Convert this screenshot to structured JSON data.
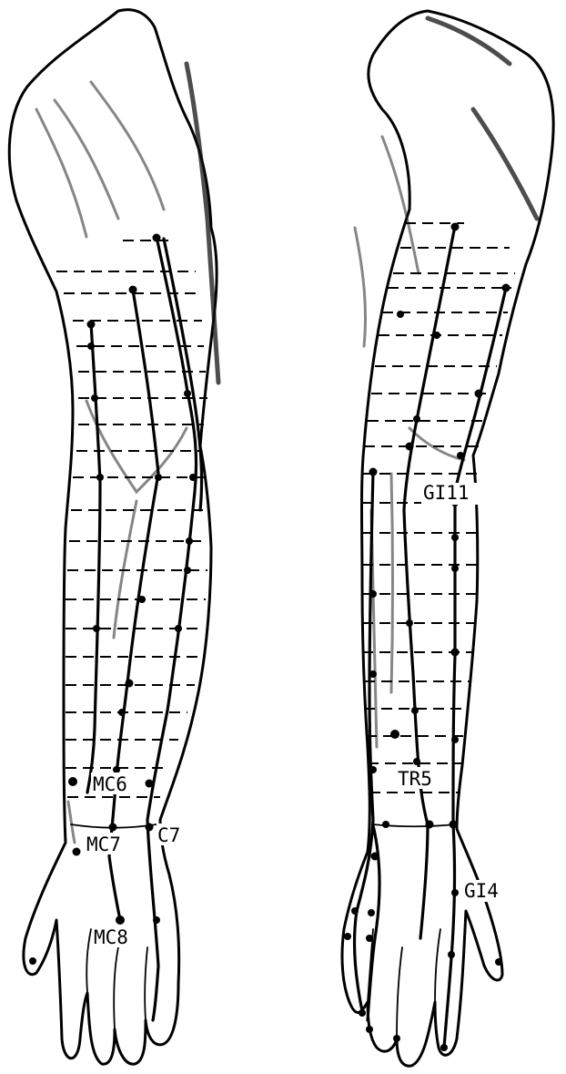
{
  "figure": {
    "labels": {
      "mc6": "MC6",
      "mc7": "MC7",
      "c7": "C7",
      "mc8": "MC8",
      "gi11": "GI11",
      "tr5": "TR5",
      "gi4": "GI4"
    },
    "colors": {
      "ink": "#000000",
      "paper": "#ffffff"
    }
  }
}
